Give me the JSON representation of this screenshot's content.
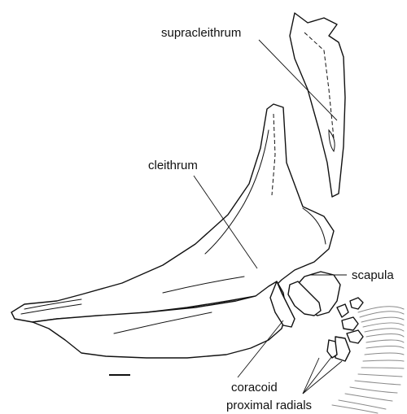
{
  "figure": {
    "labels": {
      "supracleithrum": "supracleithrum",
      "cleithrum": "cleithrum",
      "scapula": "scapula",
      "coracoid": "coracoid",
      "proximal_radials": "proximal radials"
    },
    "line_color": "#111111",
    "fin_ray_color": "#8a8a8a",
    "background": "#ffffff"
  }
}
